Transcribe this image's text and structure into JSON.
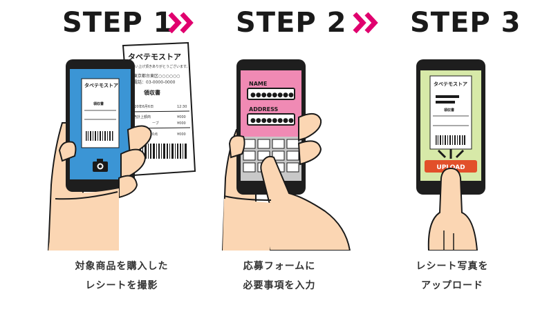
{
  "colors": {
    "accent": "#e0006e",
    "phone": "#1e1e1e",
    "skin": "#fbd6b3",
    "outline": "#1a1a1a",
    "screen1": "#3b95d5",
    "screen2": "#f08ab4",
    "screen3": "#d7e9a8",
    "upload": "#e2502a"
  },
  "steps": [
    {
      "title": "STEP 1",
      "caption_line1": "対象商品を購入した",
      "caption_line2": "レシートを撮影",
      "receipt": {
        "store": "タベテモストア",
        "thanks": "お買い上げ頂きありがとうございます。",
        "address": "東京都台東区○○○○○○",
        "tel": "電話：03-0000-0000",
        "heading": "領収書",
        "date": "2020年6月6日",
        "time": "12:30",
        "item1": "販売計上額商",
        "price1": "¥000",
        "item2": "ーブ",
        "price2": "¥000",
        "qty": "0点",
        "price3": "¥000"
      },
      "icon": "camera-icon"
    },
    {
      "title": "STEP 2",
      "caption_line1": "応募フォームに",
      "caption_line2": "必要事項を入力",
      "form": {
        "name_label": "NAME",
        "address_label": "ADDRESS",
        "name_mask": "●●●●●●●●",
        "address_mask": "●●●●●●●●"
      }
    },
    {
      "title": "STEP 3",
      "caption_line1": "レシート写真を",
      "caption_line2": "アップロード",
      "upload_label": "UPLOAD",
      "receipt": {
        "store": "タベテモストア",
        "heading": "領収書"
      }
    }
  ],
  "arrows": [
    {
      "icon": "double-chevron-right-icon"
    },
    {
      "icon": "double-chevron-right-icon"
    }
  ]
}
